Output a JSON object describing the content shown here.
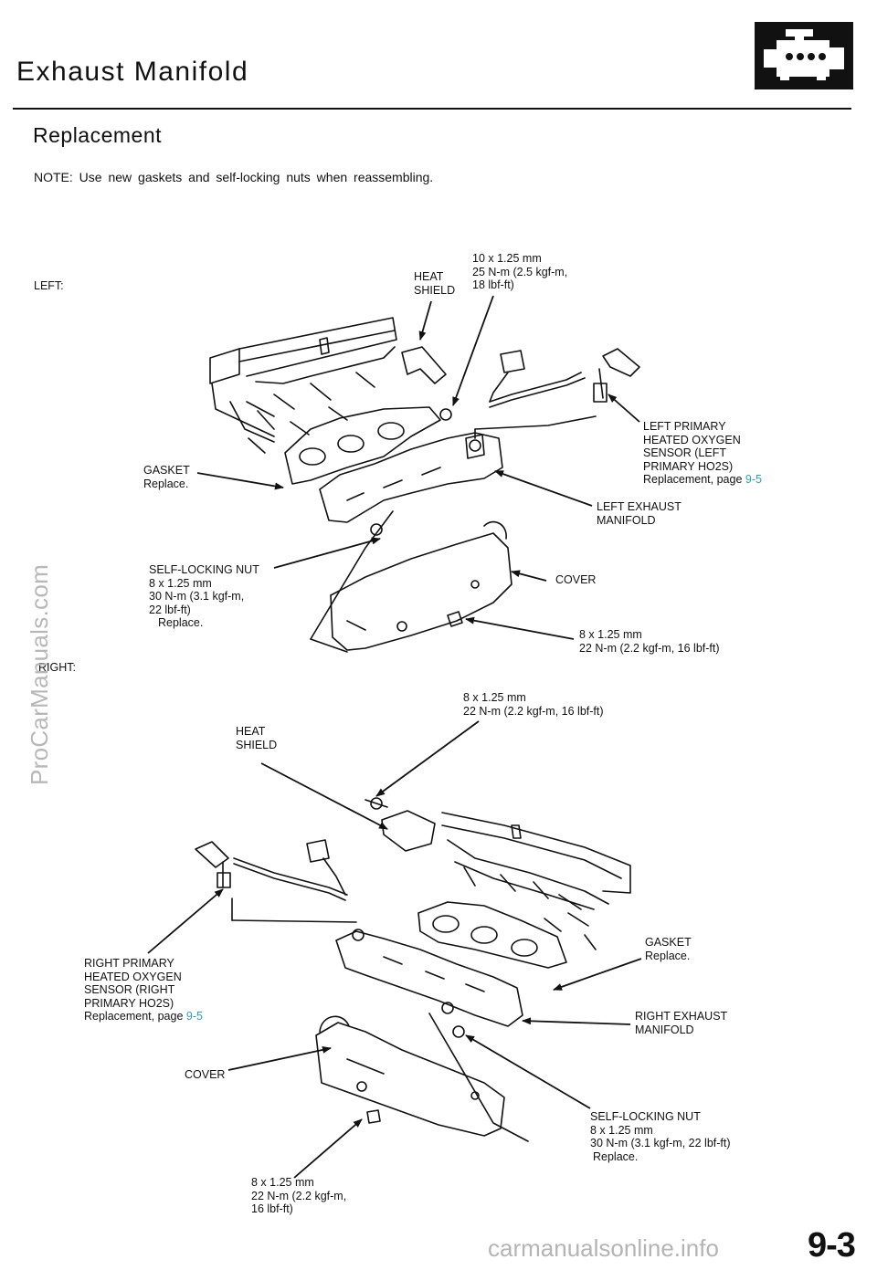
{
  "header": {
    "title": "Exhaust Manifold",
    "section_icon": "engine-icon"
  },
  "section": {
    "title": "Replacement",
    "note": "NOTE: Use new gaskets and self-locking nuts when reassembling."
  },
  "left_diagram": {
    "side_label": "LEFT:",
    "bolt_top": [
      "10 x 1.25 mm",
      "25 N-m (2.5 kgf-m,",
      "18 lbf-ft)"
    ],
    "heat_shield": [
      "HEAT",
      "SHIELD"
    ],
    "sensor": {
      "lines": [
        "LEFT PRIMARY",
        "HEATED OXYGEN",
        "SENSOR (LEFT",
        "PRIMARY HO2S)"
      ],
      "replacement_text": "Replacement, page ",
      "page_ref": "9-5"
    },
    "gasket": [
      "GASKET",
      "Replace."
    ],
    "exhaust_manifold": [
      "LEFT EXHAUST",
      "MANIFOLD"
    ],
    "self_locking_nut": [
      "SELF-LOCKING NUT",
      "8 x 1.25 mm",
      "30 N-m (3.1 kgf-m,",
      "22 lbf-ft)",
      "Replace."
    ],
    "cover": "COVER",
    "cover_bolt": [
      "8 x 1.25 mm",
      "22 N-m (2.2 kgf-m, 16 lbf-ft)"
    ]
  },
  "right_diagram": {
    "side_label": "RIGHT:",
    "bolt_top": [
      "8 x 1.25 mm",
      "22 N-m (2.2 kgf-m, 16 lbf-ft)"
    ],
    "heat_shield": [
      "HEAT",
      "SHIELD"
    ],
    "sensor": {
      "lines": [
        "RIGHT PRIMARY",
        "HEATED OXYGEN",
        "SENSOR (RIGHT",
        "PRIMARY HO2S)"
      ],
      "replacement_text": "Replacement, page ",
      "page_ref": "9-5"
    },
    "gasket": [
      "GASKET",
      "Replace."
    ],
    "exhaust_manifold": [
      "RIGHT EXHAUST",
      "MANIFOLD"
    ],
    "cover": "COVER",
    "self_locking_nut": [
      "SELF-LOCKING NUT",
      "8 x 1.25 mm",
      "30 N-m (3.1 kgf-m, 22 lbf-ft)",
      "Replace."
    ],
    "cover_bolt": [
      "8 x 1.25 mm",
      "22 N-m (2.2 kgf-m,",
      "16 lbf-ft)"
    ]
  },
  "page_number": "9-3",
  "watermarks": {
    "side": "ProCarManuals.com",
    "bottom": "carmanualsonline.info"
  },
  "colors": {
    "text": "#111111",
    "page_ref": "#2aa3b3",
    "watermark": "#b7b7b7"
  }
}
